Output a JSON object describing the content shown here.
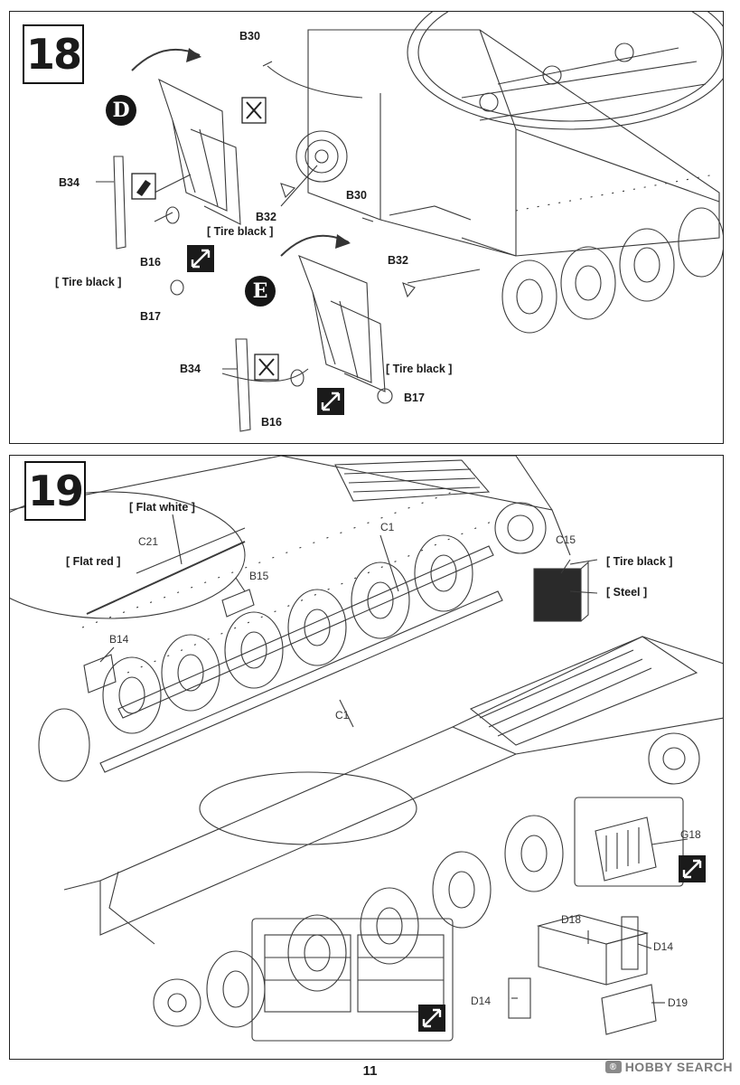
{
  "page_number": "11",
  "watermark": {
    "brand": "HOBBY SEARCH",
    "registered_mark": "®"
  },
  "step18": {
    "number": "18",
    "badges": {
      "d": "D",
      "e": "E"
    },
    "labels": {
      "b30_top": "B30",
      "b30_mid": "B30",
      "b34_left": "B34",
      "b34_bottom": "B34",
      "b32_left": "B32",
      "b32_right": "B32",
      "b16_left": "B16",
      "b16_bottom": "B16",
      "b17_left": "B17",
      "b17_bottom": "B17",
      "tire_black_1": "[ Tire black ]",
      "tire_black_2": "[ Tire black ]",
      "tire_black_3": "[ Tire black ]"
    },
    "icons": [
      "cement-icon",
      "cut-icon",
      "assemble-icon"
    ]
  },
  "step19": {
    "number": "19",
    "labels": {
      "flat_white": "[ Flat white ]",
      "c21": "C21",
      "flat_red": "[ Flat red ]",
      "b15": "B15",
      "c1_top": "C1",
      "c15": "C15",
      "tire_black": "[ Tire black ]",
      "steel": "[ Steel ]",
      "b14": "B14",
      "c1_mid": "C1",
      "g18": "G18",
      "d18": "D18",
      "d14_right": "D14",
      "d14_left": "D14",
      "d19": "D19"
    }
  }
}
